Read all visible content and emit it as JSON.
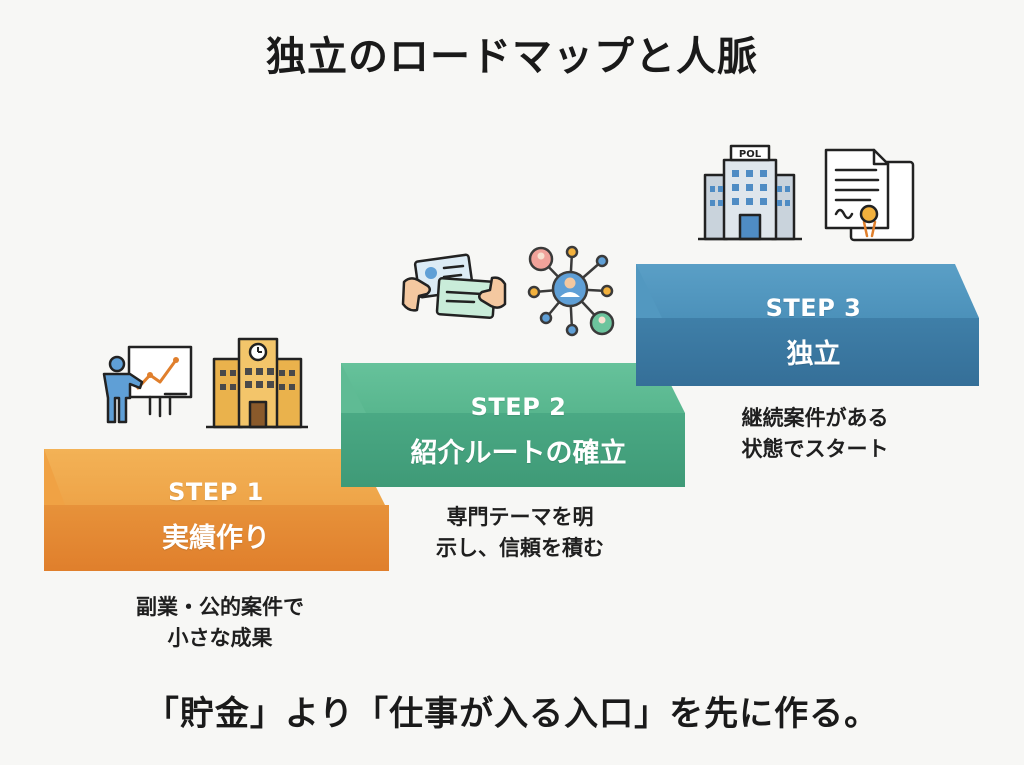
{
  "title": "独立のロードマップと人脈",
  "steps": [
    {
      "num": "STEP 1",
      "name": "実績作り",
      "desc_lines": [
        "副業・公的案件で",
        "小さな成果"
      ],
      "color": "#e98a33",
      "icons": [
        "presenter-chart-icon",
        "school-building-icon"
      ]
    },
    {
      "num": "STEP 2",
      "name": "紹介ルートの確立",
      "desc_lines": [
        "専門テーマを明",
        "示し、信頼を積む"
      ],
      "color": "#47a880",
      "icons": [
        "business-card-exchange-icon",
        "network-people-icon"
      ]
    },
    {
      "num": "STEP 3",
      "name": "独立",
      "desc_lines": [
        "継続案件がある",
        "状態でスタート"
      ],
      "color": "#3d7ea6",
      "icons": [
        "pol-office-building-icon",
        "certificate-document-icon"
      ]
    }
  ],
  "building_sign": "POL",
  "footer": "「貯金」より「仕事が入る入口」を先に作る。"
}
